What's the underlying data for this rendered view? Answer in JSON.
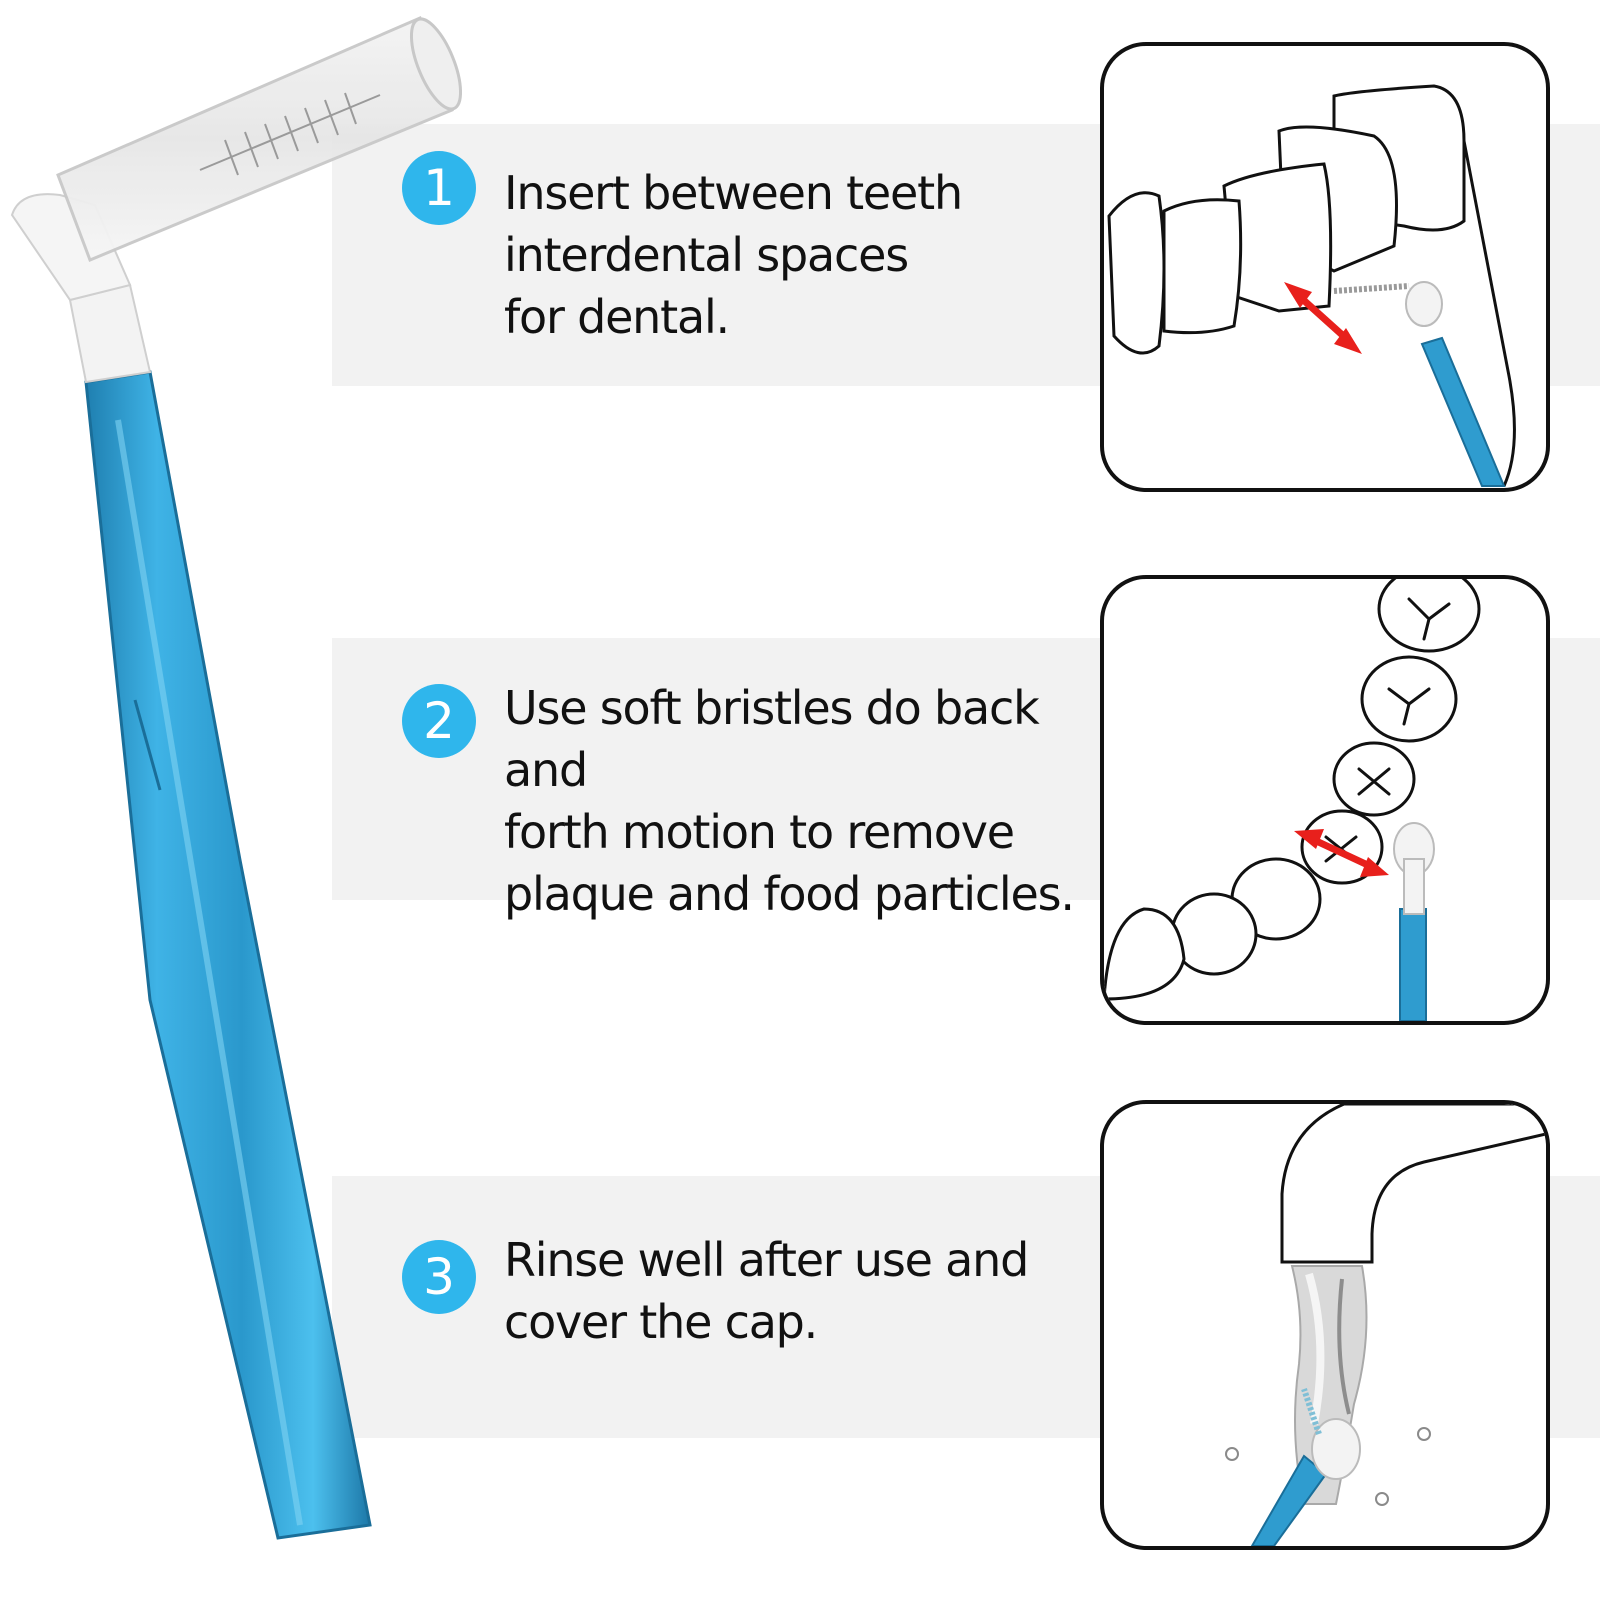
{
  "steps": [
    {
      "number": "1",
      "text": "Insert between teeth\ninterdental spaces\nfor dental."
    },
    {
      "number": "2",
      "text": "Use soft bristles do back and\nforth motion to remove\nplaque and food particles."
    },
    {
      "number": "3",
      "text": "Rinse well after use and\ncover the cap."
    }
  ],
  "colors": {
    "badge": "#2fb6ec",
    "band": "#f2f2f2",
    "handle": "#2f9ccf",
    "arrow": "#e8201c"
  },
  "icons": {
    "hero": "interdental-brush-icon",
    "panel_1": "teeth-insert-icon",
    "panel_2": "dental-arch-icon",
    "panel_3": "faucet-rinse-icon"
  }
}
